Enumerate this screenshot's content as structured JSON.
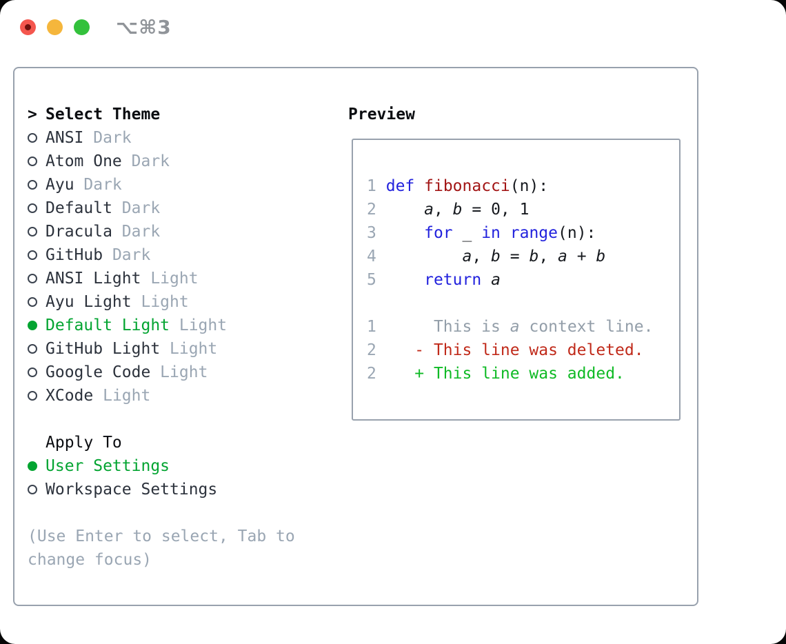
{
  "titlebar": {
    "shortcut": "⌥⌘3"
  },
  "colors": {
    "accent_green": "#03a431",
    "added_green": "#0fba25",
    "deleted_red": "#c02a1a",
    "keyword_blue": "#2222dd",
    "function_red": "#a21515",
    "muted_gray": "#9aa6b3",
    "border_gray": "#98a1ad",
    "traffic_red": "#f4564e",
    "traffic_yellow": "#f5b63c",
    "traffic_green": "#33c13c"
  },
  "theme_picker": {
    "cursor": ">",
    "title": "Select Theme",
    "items": [
      {
        "name": "ANSI",
        "variant": "Dark",
        "selected": false
      },
      {
        "name": "Atom One",
        "variant": "Dark",
        "selected": false
      },
      {
        "name": "Ayu",
        "variant": "Dark",
        "selected": false
      },
      {
        "name": "Default",
        "variant": "Dark",
        "selected": false
      },
      {
        "name": "Dracula",
        "variant": "Dark",
        "selected": false
      },
      {
        "name": "GitHub",
        "variant": "Dark",
        "selected": false
      },
      {
        "name": "ANSI Light",
        "variant": "Light",
        "selected": false
      },
      {
        "name": "Ayu Light",
        "variant": "Light",
        "selected": false
      },
      {
        "name": "Default Light",
        "variant": "Light",
        "selected": true
      },
      {
        "name": "GitHub Light",
        "variant": "Light",
        "selected": false
      },
      {
        "name": "Google Code",
        "variant": "Light",
        "selected": false
      },
      {
        "name": "XCode",
        "variant": "Light",
        "selected": false
      }
    ]
  },
  "apply_to": {
    "title": "Apply To",
    "items": [
      {
        "name": "User Settings",
        "selected": true
      },
      {
        "name": "Workspace Settings",
        "selected": false
      }
    ]
  },
  "hint": {
    "line1": "(Use Enter to select, Tab to",
    "line2": "change focus)"
  },
  "preview": {
    "title": "Preview",
    "lines": [
      {
        "num": "1",
        "tokens": [
          {
            "t": " ",
            "c": "p"
          },
          {
            "t": "def",
            "c": "kw"
          },
          {
            "t": " ",
            "c": "p"
          },
          {
            "t": "fibonacci",
            "c": "fn"
          },
          {
            "t": "(n):",
            "c": "p"
          }
        ]
      },
      {
        "num": "2",
        "tokens": [
          {
            "t": "     ",
            "c": "p"
          },
          {
            "t": "a",
            "c": "v"
          },
          {
            "t": ", ",
            "c": "p"
          },
          {
            "t": "b",
            "c": "v"
          },
          {
            "t": " = 0, 1",
            "c": "p"
          }
        ]
      },
      {
        "num": "3",
        "tokens": [
          {
            "t": "     ",
            "c": "p"
          },
          {
            "t": "for",
            "c": "kw"
          },
          {
            "t": " _ ",
            "c": "p"
          },
          {
            "t": "in",
            "c": "kw"
          },
          {
            "t": " ",
            "c": "p"
          },
          {
            "t": "range",
            "c": "kw"
          },
          {
            "t": "(n):",
            "c": "p"
          }
        ]
      },
      {
        "num": "4",
        "tokens": [
          {
            "t": "         ",
            "c": "p"
          },
          {
            "t": "a",
            "c": "v"
          },
          {
            "t": ", ",
            "c": "p"
          },
          {
            "t": "b",
            "c": "v"
          },
          {
            "t": " = ",
            "c": "p"
          },
          {
            "t": "b",
            "c": "v"
          },
          {
            "t": ", ",
            "c": "p"
          },
          {
            "t": "a",
            "c": "v"
          },
          {
            "t": " + ",
            "c": "p"
          },
          {
            "t": "b",
            "c": "v"
          }
        ]
      },
      {
        "num": "5",
        "tokens": [
          {
            "t": "     ",
            "c": "p"
          },
          {
            "t": "return",
            "c": "kw"
          },
          {
            "t": " ",
            "c": "p"
          },
          {
            "t": "a",
            "c": "v"
          }
        ]
      },
      {
        "num": "",
        "tokens": []
      },
      {
        "num": "1",
        "tokens": [
          {
            "t": "      This is ",
            "c": "ctx"
          },
          {
            "t": "a",
            "c": "vctx"
          },
          {
            "t": " context line.",
            "c": "ctx"
          }
        ]
      },
      {
        "num": "2",
        "tokens": [
          {
            "t": "    ",
            "c": "p"
          },
          {
            "t": "- This line was deleted.",
            "c": "del"
          }
        ]
      },
      {
        "num": "2",
        "tokens": [
          {
            "t": "    ",
            "c": "p"
          },
          {
            "t": "+ This line was added.",
            "c": "add"
          }
        ]
      }
    ]
  }
}
